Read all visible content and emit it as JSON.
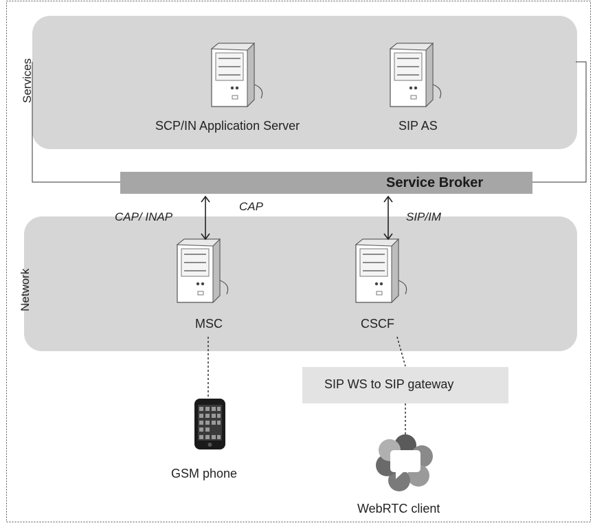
{
  "zones": {
    "services_label": "Services",
    "network_label": "Network"
  },
  "servers": {
    "scp_in": "SCP/IN Application Server",
    "sip_as": "SIP AS",
    "msc": "MSC",
    "cscf": "CSCF"
  },
  "service_broker": "Service Broker",
  "protocols": {
    "cap_inap": "CAP/ INAP",
    "cap": "CAP",
    "sip_im": "SIP/IM"
  },
  "gateway": "SIP WS to SIP gateway",
  "clients": {
    "gsm_phone": "GSM phone",
    "webrtc_client": "WebRTC client"
  },
  "colors": {
    "zone_fill": "#d6d6d6",
    "broker_fill": "#a6a6a6",
    "gateway_fill": "#e3e3e3",
    "server_body": "#ffffff",
    "server_shade": "#c9c9c9",
    "line": "#333333"
  }
}
